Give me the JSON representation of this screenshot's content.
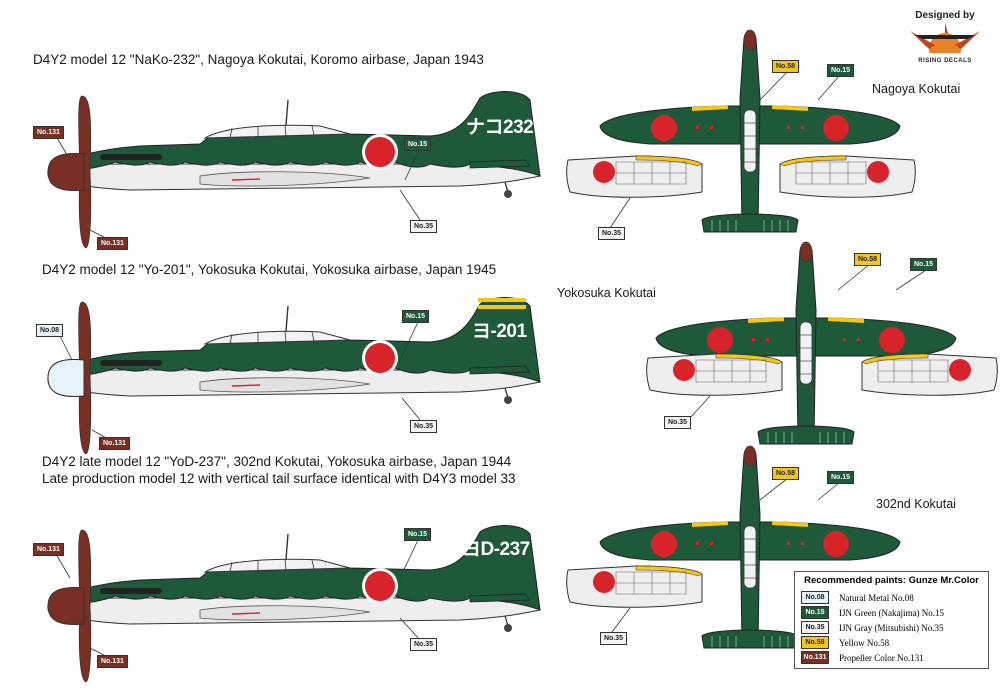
{
  "header": {
    "designed_by": "Designed by",
    "brand": "RISING DECALS"
  },
  "profiles": [
    {
      "caption": "D4Y2 model 12 \"NaKo-232\", Nagoya Kokutai, Koromo airbase, Japan 1943",
      "tail_code": "ナコ232",
      "callouts": {
        "spinner": "No.131",
        "prop": "No.131",
        "green": "No.15",
        "gray": "No.35"
      }
    },
    {
      "caption": "D4Y2 model 12 \"Yo-201\", Yokosuka Kokutai, Yokosuka airbase, Japan 1945",
      "tail_code": "ヨ-201",
      "callouts": {
        "spinner": "No.08",
        "prop": "No.131",
        "green": "No.15",
        "gray": "No.35"
      }
    },
    {
      "caption": "D4Y2 late model 12 \"YoD-237\", 302nd Kokutai, Yokosuka airbase, Japan 1944",
      "caption2": "Late production model 12 with vertical tail surface identical with D4Y3 model 33",
      "tail_code": "ヨD-237",
      "callouts": {
        "spinner": "No.131",
        "prop": "No.131",
        "green": "No.15",
        "gray": "No.35"
      }
    }
  ],
  "plan_views": [
    {
      "unit": "Nagoya Kokutai",
      "callouts": {
        "yellow": "No.58",
        "green": "No.15",
        "gray": "No.35"
      }
    },
    {
      "unit": "Yokosuka Kokutai",
      "callouts": {
        "yellow": "No.58",
        "green": "No.15",
        "gray": "No.35"
      }
    },
    {
      "unit": "302nd Kokutai",
      "callouts": {
        "yellow": "No.58",
        "green": "No.15",
        "gray": "No.35"
      }
    }
  ],
  "legend": {
    "title": "Recommended paints: Gunze Mr.Color",
    "items": [
      {
        "code": "No.08",
        "name": "Natural Metal No.08",
        "color": "#e8f2fa"
      },
      {
        "code": "No.15",
        "name": "IJN Green (Nakajima) No.15",
        "color": "#1e5a3a"
      },
      {
        "code": "No.35",
        "name": "IJN Gray (Mitsubishi) No.35",
        "color": "#f4f4f4"
      },
      {
        "code": "No.58",
        "name": "Yellow No.58",
        "color": "#f5c518"
      },
      {
        "code": "No.131",
        "name": "Propeller Color No.131",
        "color": "#7a2f24"
      }
    ]
  },
  "colors": {
    "ijn_green": "#1e5a3a",
    "ijn_gray": "#eeeeee",
    "hinomaru": "#d7242a",
    "yellow": "#f5c518",
    "prop_brown": "#7a2f24",
    "metal": "#e8f2fa"
  }
}
